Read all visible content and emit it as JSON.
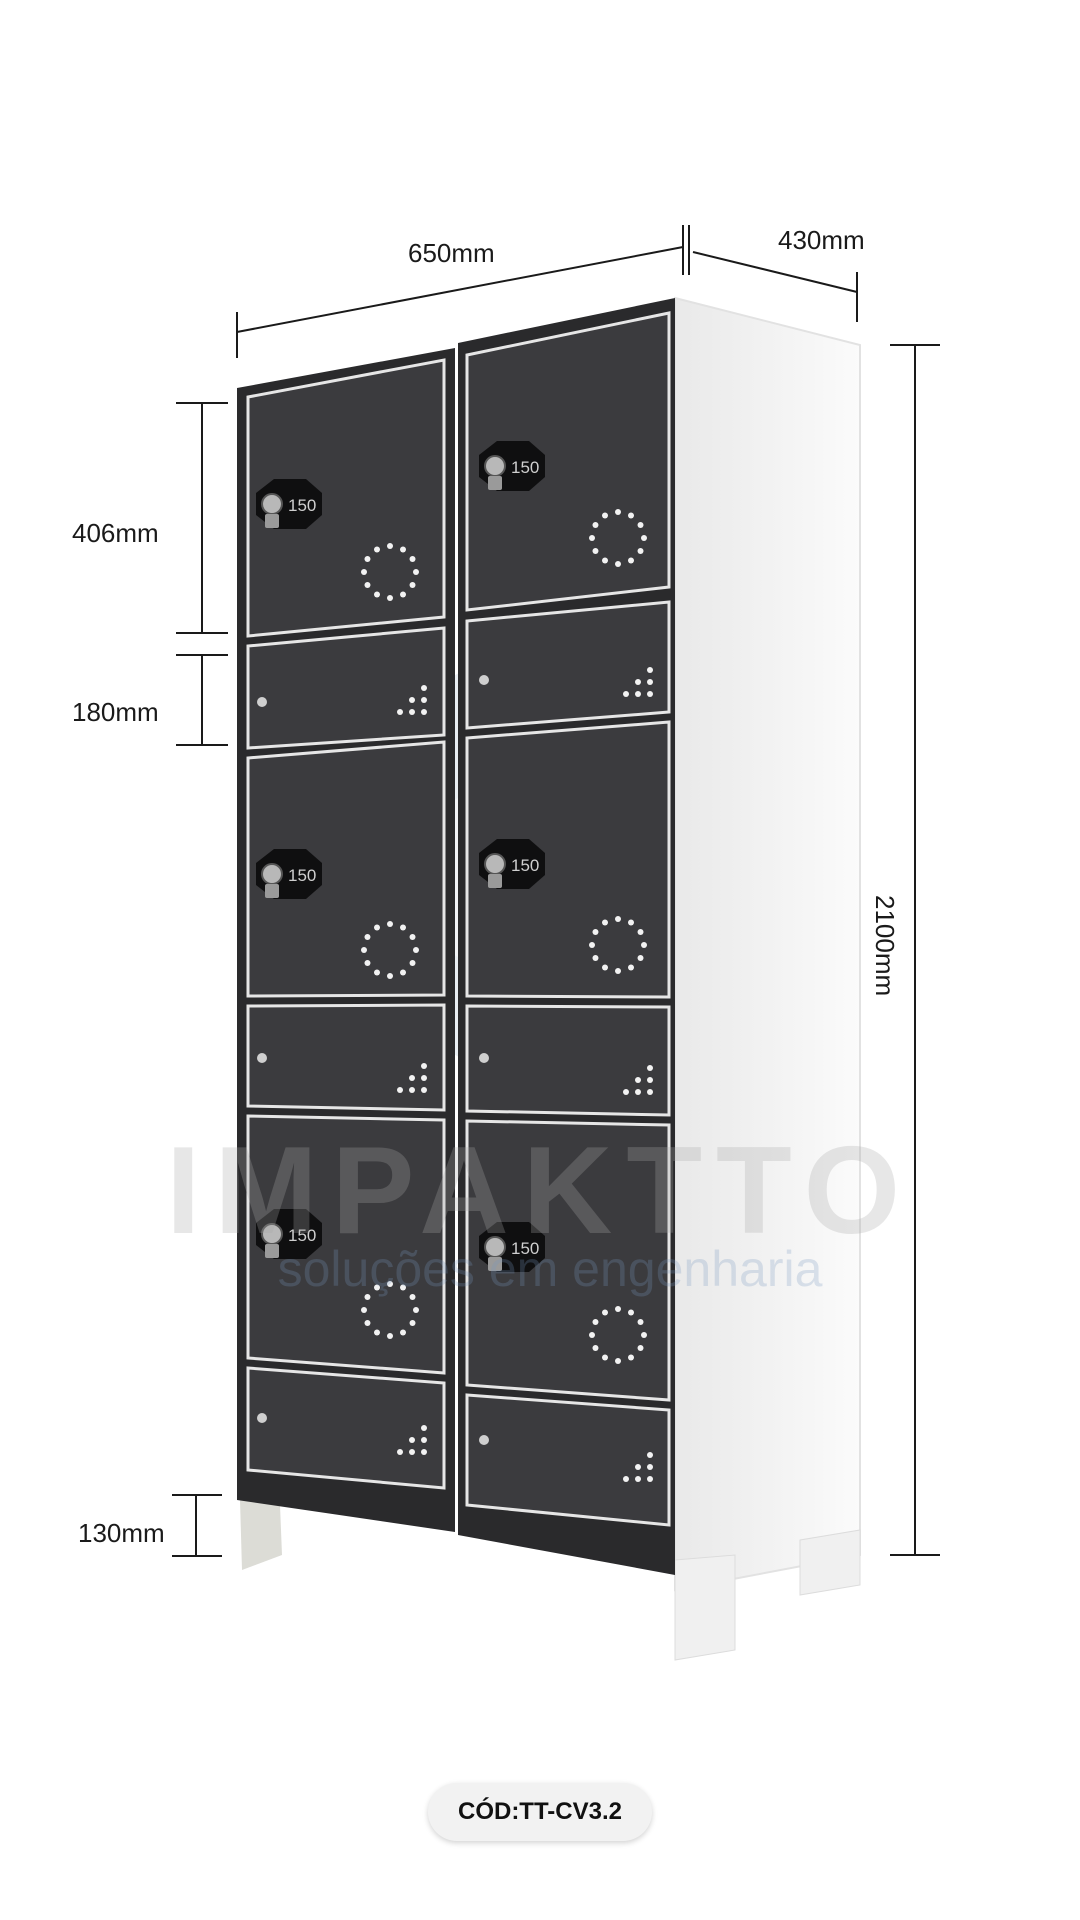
{
  "dimensions": {
    "width": "650mm",
    "depth": "430mm",
    "height": "2100mm",
    "door_large": "406mm",
    "door_small": "180mm",
    "legs": "130mm"
  },
  "lock_label": "150",
  "watermark": {
    "brand": "IMPAKTTO",
    "tagline": "soluções em engenharia"
  },
  "product_code": "CÓD:TT-CV3.2",
  "colors": {
    "door": "#3b3b3e",
    "frame": "#2a2a2c",
    "body": "#f3f3f3",
    "outline": "#e6e6e6"
  }
}
